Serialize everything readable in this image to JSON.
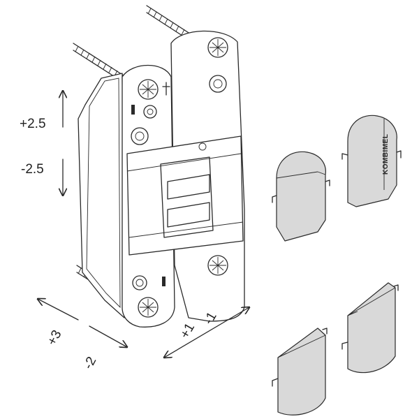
{
  "adjustments": {
    "vertical_plus": "+2.5",
    "vertical_minus": "-2.5",
    "depth_plus": "+3",
    "depth_minus": "-2",
    "side_plus": "+1",
    "side_minus": "-1"
  },
  "brand_mark": "KOMBIMEL",
  "colors": {
    "line": "#2a2a2a",
    "cap_fill": "#d9d9d9",
    "background": "#ffffff"
  }
}
